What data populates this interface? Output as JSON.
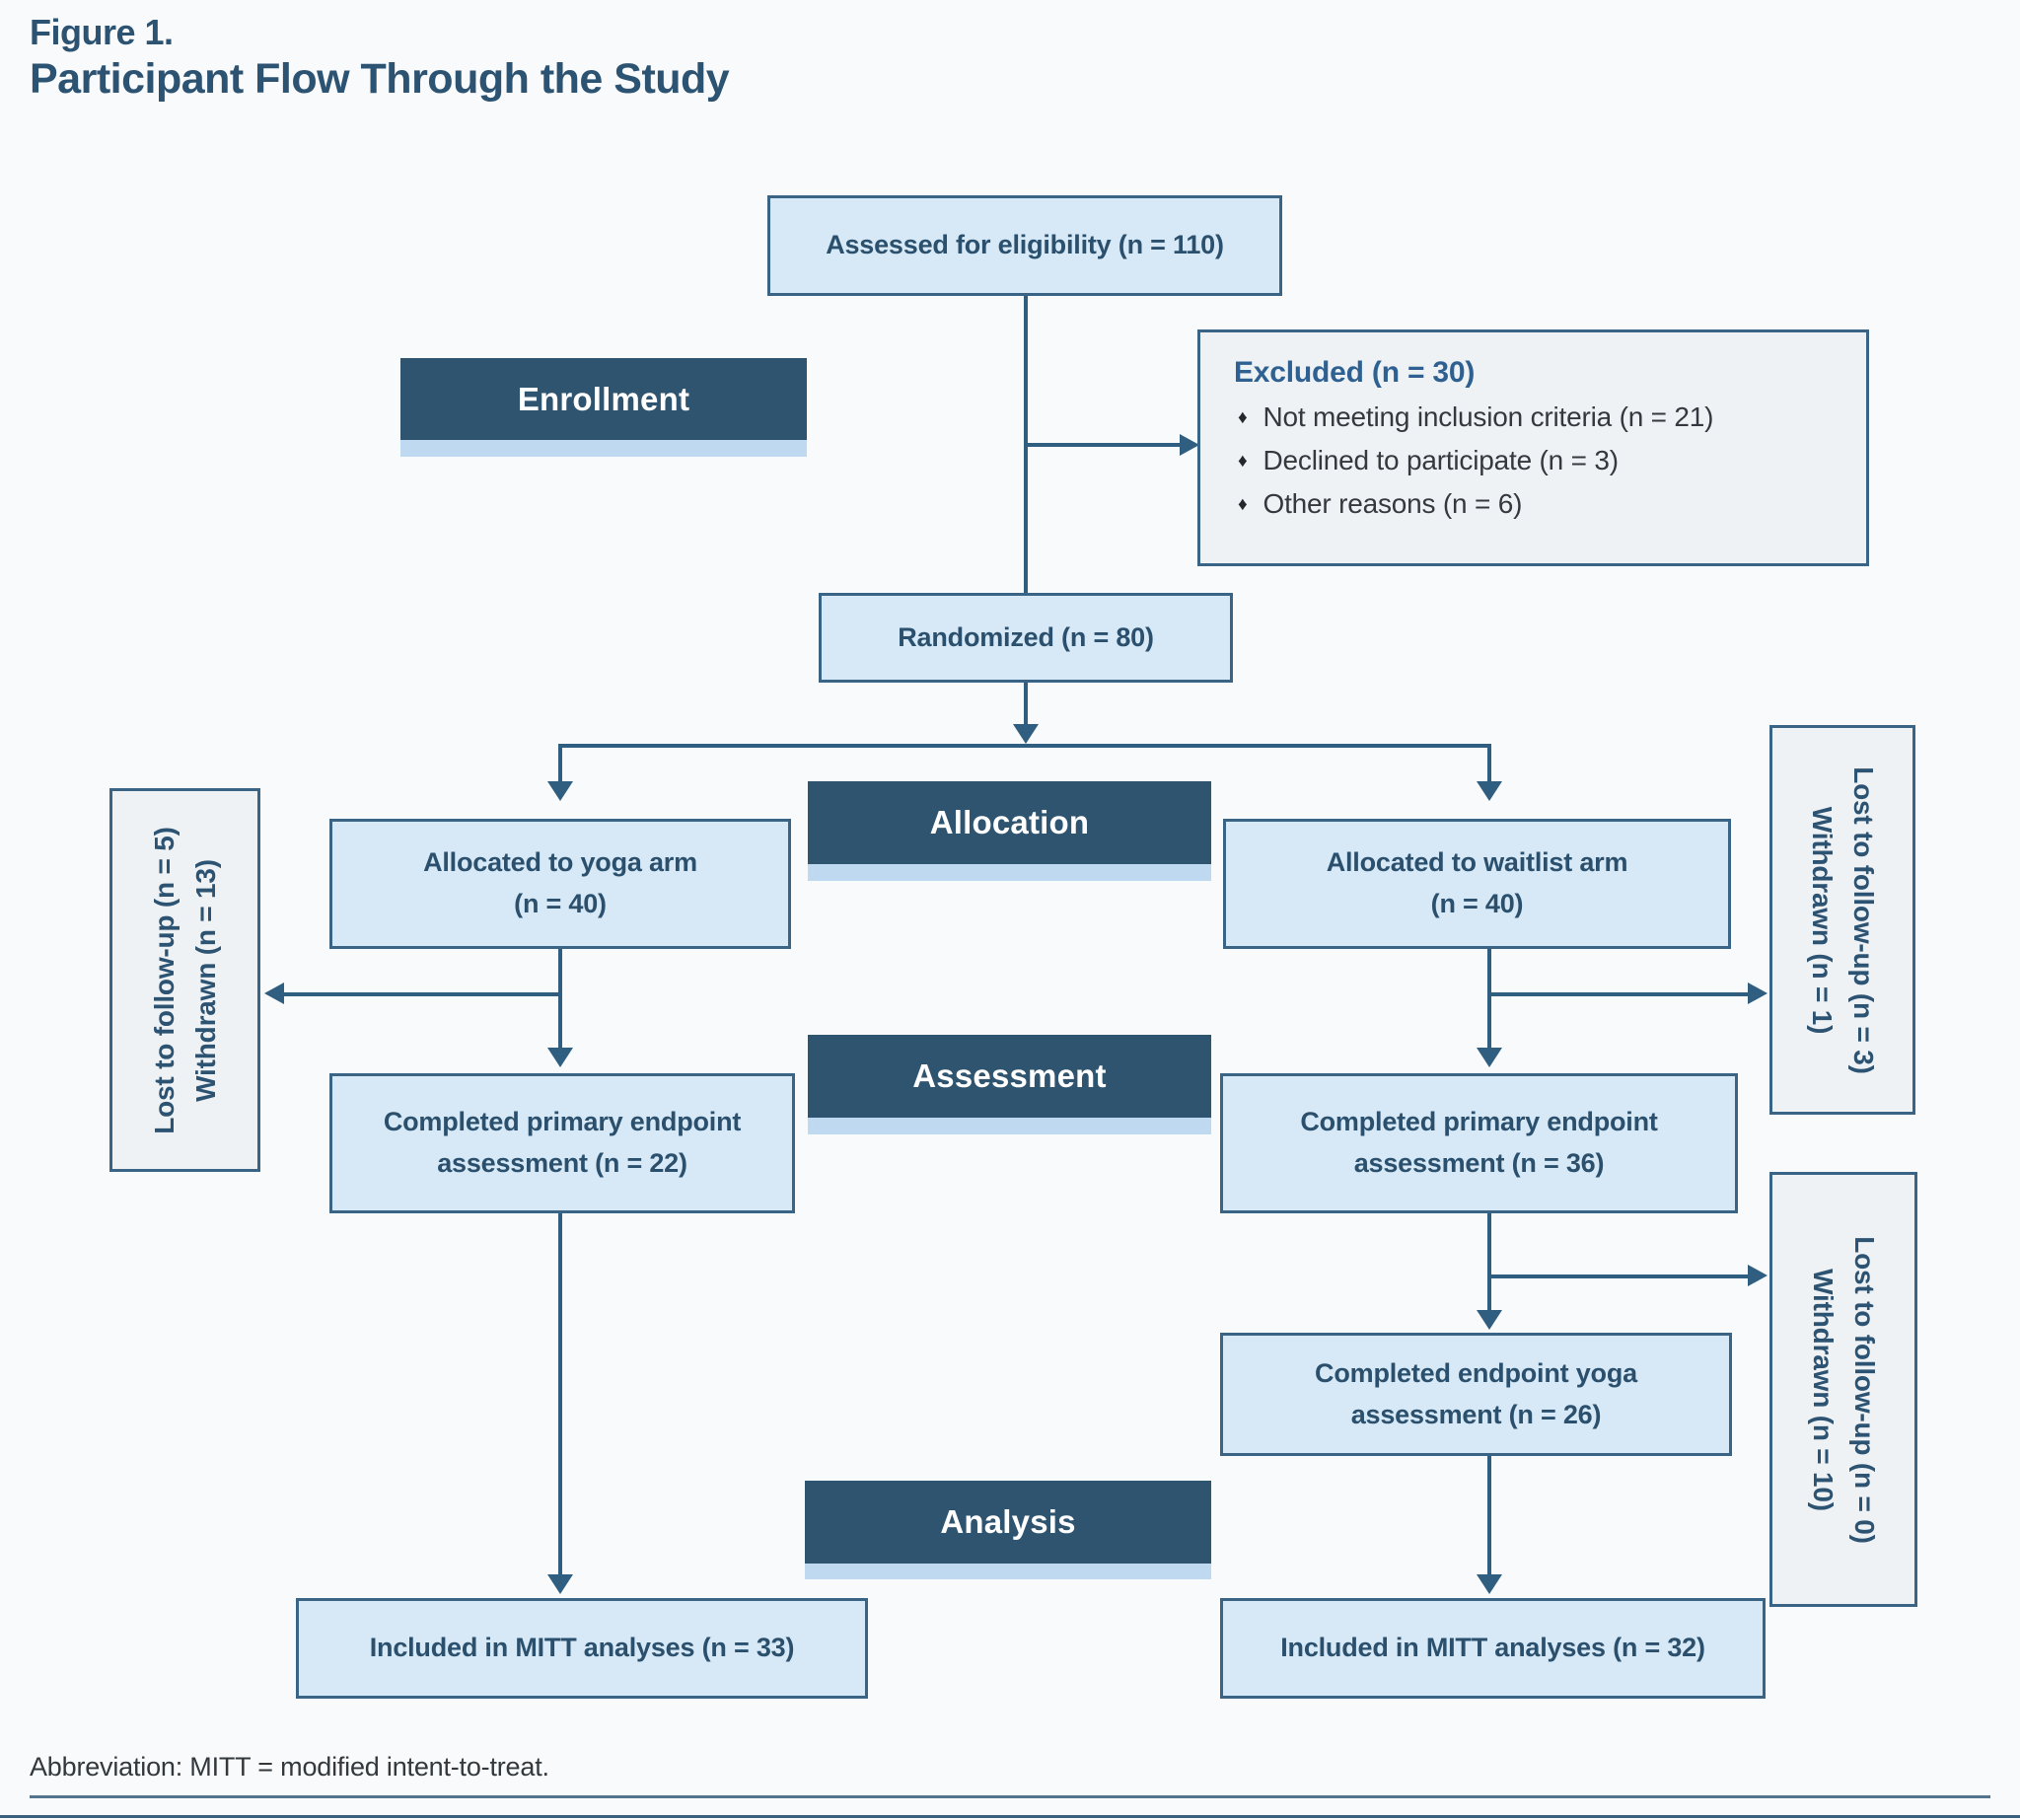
{
  "figure": {
    "label": "Figure 1.",
    "title": "Participant Flow Through the Study"
  },
  "bands": {
    "enrollment": "Enrollment",
    "allocation": "Allocation",
    "assessment": "Assessment",
    "analysis": "Analysis"
  },
  "flow": {
    "assessed": {
      "text": "Assessed for eligibility (n = 110)"
    },
    "excluded": {
      "title": "Excluded (n = 30)",
      "bullet_glyph": "♦",
      "items": [
        "Not meeting inclusion criteria (n = 21)",
        "Declined to participate (n = 3)",
        "Other reasons (n = 6)"
      ]
    },
    "randomized": {
      "text": "Randomized (n = 80)"
    },
    "allocated_yoga": {
      "line1": "Allocated to yoga arm",
      "line2": "(n = 40)"
    },
    "allocated_waitlist": {
      "line1": "Allocated to waitlist arm",
      "line2": "(n = 40)"
    },
    "lost_left": {
      "line1": "Lost to follow-up (n = 5)",
      "line2": "Withdrawn (n = 13)"
    },
    "lost_right_1": {
      "line1": "Lost to follow-up (n = 3)",
      "line2": "Withdrawn (n = 1)"
    },
    "lost_right_2": {
      "line1": "Lost to follow-up (n = 0)",
      "line2": "Withdrawn (n = 10)"
    },
    "completed_yoga_arm": {
      "line1": "Completed primary endpoint",
      "line2": "assessment (n = 22)"
    },
    "completed_waitlist_arm": {
      "line1": "Completed primary endpoint",
      "line2": "assessment (n = 36)"
    },
    "completed_endpoint_yoga": {
      "line1": "Completed endpoint yoga",
      "line2": "assessment (n = 26)"
    },
    "mitt_yoga": {
      "text": "Included in MITT analyses (n = 33)"
    },
    "mitt_waitlist": {
      "text": "Included in MITT analyses (n = 32)"
    }
  },
  "footer": {
    "abbreviation": "Abbreviation: MITT = modified intent-to-treat."
  },
  "colors": {
    "header_bg": "#2f5470",
    "header_text": "#ffffff",
    "box_fill": "#d7e9f7",
    "box_border": "#3a6486",
    "side_box_fill": "#eff2f5",
    "connector": "#2f5e80",
    "box_text": "#2b506d",
    "excluded_title": "#2e6191",
    "bullet_text": "#35393f",
    "title_text": "#2d5373",
    "header_strip": "#bfdaf0",
    "rule": "#54738c"
  }
}
